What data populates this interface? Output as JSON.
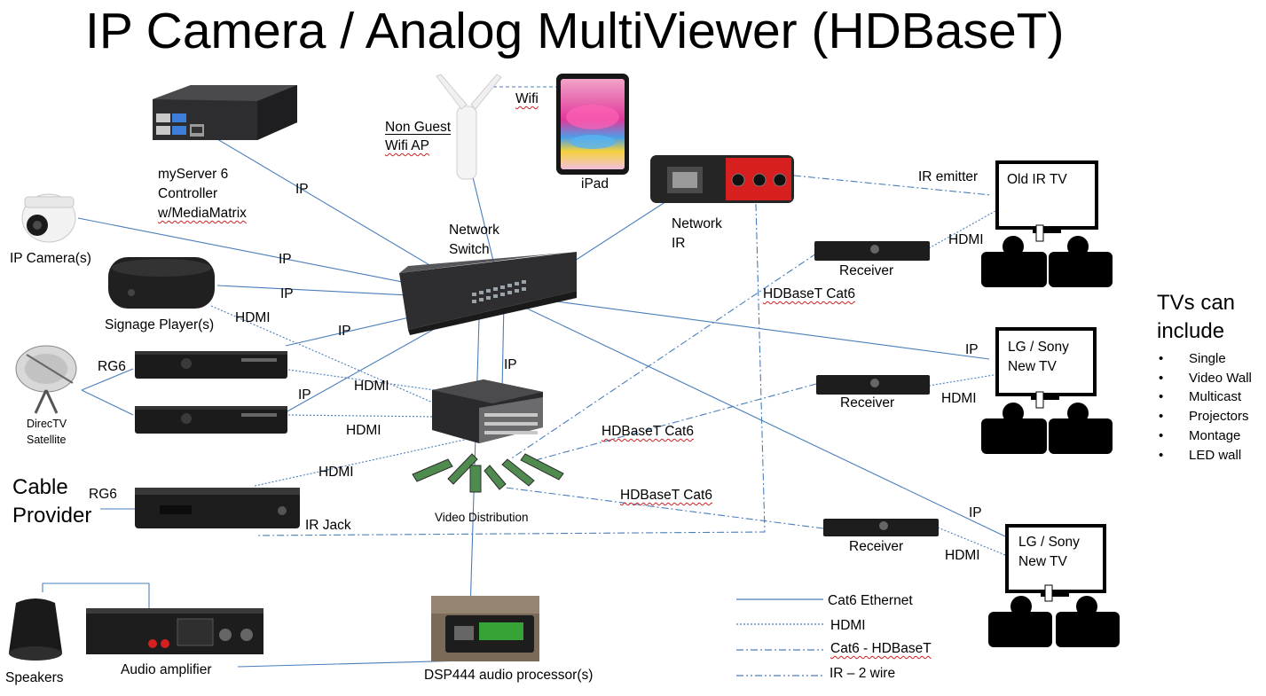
{
  "title": "IP Camera / Analog MultiViewer (HDBaseT)",
  "devices": {
    "server": [
      "myServer 6",
      "Controller",
      "w/MediaMatrix"
    ],
    "wifi_ap": [
      "Non Guest",
      "Wifi AP"
    ],
    "ipad": "iPad",
    "network_ir": [
      "Network",
      "IR"
    ],
    "network_switch": [
      "Network",
      "Switch"
    ],
    "ip_cameras": "IP Camera(s)",
    "signage_player": "Signage Player(s)",
    "satellite": [
      "DirecTV",
      "Satellite"
    ],
    "cable_provider": [
      "Cable",
      "Provider"
    ],
    "video_distribution": "Video Distribution",
    "dsp": "DSP444 audio processor(s)",
    "speakers": "Speakers",
    "amplifier": "Audio amplifier",
    "receiver": "Receiver",
    "tv_old": "Old IR TV",
    "tv_lg": [
      "LG / Sony",
      "New TV"
    ]
  },
  "connections": {
    "wifi": "Wifi",
    "ip": "IP",
    "hdmi": "HDMI",
    "rg6": "RG6",
    "ir_jack": "IR Jack",
    "ir_emitter": "IR emitter",
    "hdbaset_cat6": "HDBaseT Cat6"
  },
  "legend": [
    {
      "label": "Cat6 Ethernet",
      "style": "solid"
    },
    {
      "label": "HDMI",
      "style": "dotted"
    },
    {
      "label": "Cat6 - HDBaseT",
      "style": "dashdot"
    },
    {
      "label": "IR – 2 wire",
      "style": "dashdot2"
    }
  ],
  "tvs_include": {
    "heading": [
      "TVs can",
      "include"
    ],
    "items": [
      "Single",
      "Video Wall",
      "Multicast",
      "Projectors",
      "Montage",
      "LED wall"
    ]
  },
  "colors": {
    "cable_line": "#4a7ebb",
    "device_dark": "#1c1c1c",
    "amp_red": "#d42020"
  }
}
